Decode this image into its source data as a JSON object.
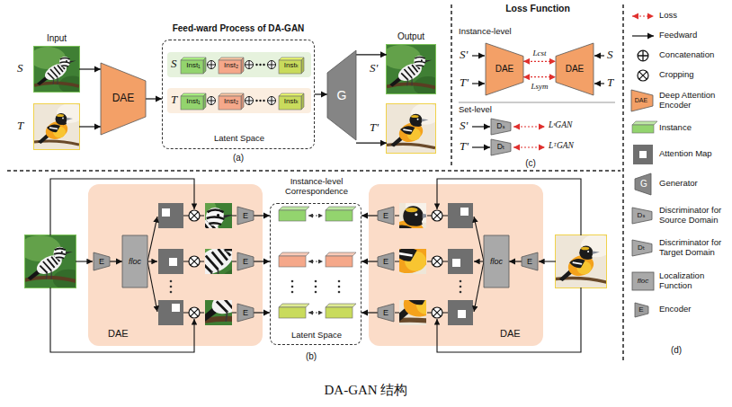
{
  "diagram": {
    "caption": "DA-GAN 结构",
    "nodes": [
      {
        "text": [
          "S"
        ]
      },
      {
        "text": [
          "T"
        ]
      },
      {
        "text": [
          "DAE"
        ]
      },
      {
        "text": [
          "Latent Space"
        ]
      },
      {
        "text": [
          "S"
        ],
        "in": 3
      },
      {
        "text": [
          "Inst₁"
        ],
        "in": 4
      },
      {
        "text": [
          "Inst₂"
        ],
        "in": 4
      },
      {
        "text": [
          "Instₖ"
        ],
        "in": 4
      },
      {
        "text": [
          "T"
        ],
        "in": 3
      },
      {
        "text": [
          "Inst₁"
        ],
        "in": 8
      },
      {
        "text": [
          "Inst₂"
        ],
        "in": 8
      },
      {
        "text": [
          "Instₖ"
        ],
        "in": 8
      },
      {
        "text": [
          "G"
        ]
      },
      {
        "text": [
          "S'"
        ]
      },
      {
        "text": [
          "T'"
        ]
      },
      {
        "text": [
          "DAE"
        ]
      },
      {
        "text": [
          "DAE"
        ]
      },
      {
        "text": [
          "Dₛ"
        ]
      },
      {
        "text": [
          "Dₜ"
        ]
      },
      {
        "text": [
          "DAE"
        ]
      },
      {
        "text": [
          "E"
        ],
        "in": 19
      },
      {
        "text": [
          "floc"
        ],
        "in": 19
      },
      {
        "text": [
          "E"
        ],
        "in": 19
      },
      {
        "text": [
          "E"
        ],
        "in": 19
      },
      {
        "text": [
          "E"
        ],
        "in": 19
      },
      {
        "text": [
          "Instance-level Correspondence",
          "Latent Space"
        ]
      },
      {
        "text": [
          "DAE"
        ]
      },
      {
        "text": [
          "E"
        ],
        "in": 26
      },
      {
        "text": [
          "E"
        ],
        "in": 26
      },
      {
        "text": [
          "E"
        ],
        "in": 26
      },
      {
        "text": [
          "floc"
        ],
        "in": 26
      },
      {
        "text": [
          "E"
        ],
        "in": 26
      }
    ],
    "edges": [
      {
        "from": 0,
        "to": 2,
        "arrow": "to"
      },
      {
        "from": 1,
        "to": 2,
        "arrow": "to"
      },
      {
        "from": 2,
        "to": 3,
        "arrow": "to"
      },
      {
        "from": 3,
        "to": 12,
        "arrow": "to"
      },
      {
        "from": 12,
        "to": 13,
        "arrow": "to"
      },
      {
        "from": 12,
        "to": 14,
        "arrow": "to"
      },
      {
        "from": 15,
        "to": 16,
        "label": "Lcst",
        "arrow": "both"
      },
      {
        "from": 15,
        "to": 16,
        "label": "Lsym",
        "arrow": "both"
      },
      {
        "from": 20,
        "to": 21,
        "arrow": "to"
      },
      {
        "from": 22,
        "to": 25,
        "arrow": "to"
      },
      {
        "from": 23,
        "to": 25,
        "arrow": "to"
      },
      {
        "from": 24,
        "to": 25,
        "arrow": "to"
      },
      {
        "from": 27,
        "to": 25,
        "arrow": "to"
      },
      {
        "from": 28,
        "to": 25,
        "arrow": "to"
      },
      {
        "from": 29,
        "to": 25,
        "arrow": "to"
      },
      {
        "from": 31,
        "to": 30,
        "arrow": "to"
      }
    ],
    "labels": [
      "Input",
      "Feed-ward Process of DA-GAN",
      "Output",
      "(a)",
      "Loss Function",
      "Instance-level",
      "S'",
      "T'",
      "S",
      "T",
      "Set-level",
      "S'",
      "LˢGAN",
      "T'",
      "LᵀGAN",
      "(c)",
      "(b)",
      "DAE",
      "G",
      "Dₛ",
      "Dₜ",
      "floc",
      "E",
      "(d)"
    ],
    "legend": [
      {
        "text": "Loss"
      },
      {
        "text": "Feedward"
      },
      {
        "text": "Concatenation"
      },
      {
        "text": "Cropping"
      },
      {
        "text": "Deep Attention Encoder"
      },
      {
        "text": "Instance"
      },
      {
        "text": "Attention Map"
      },
      {
        "text": "Generator"
      },
      {
        "text": "Discriminator for Source Domain"
      },
      {
        "text": "Discriminator for Target Domain"
      },
      {
        "text": "Localization Function"
      },
      {
        "text": "Encoder"
      }
    ]
  }
}
